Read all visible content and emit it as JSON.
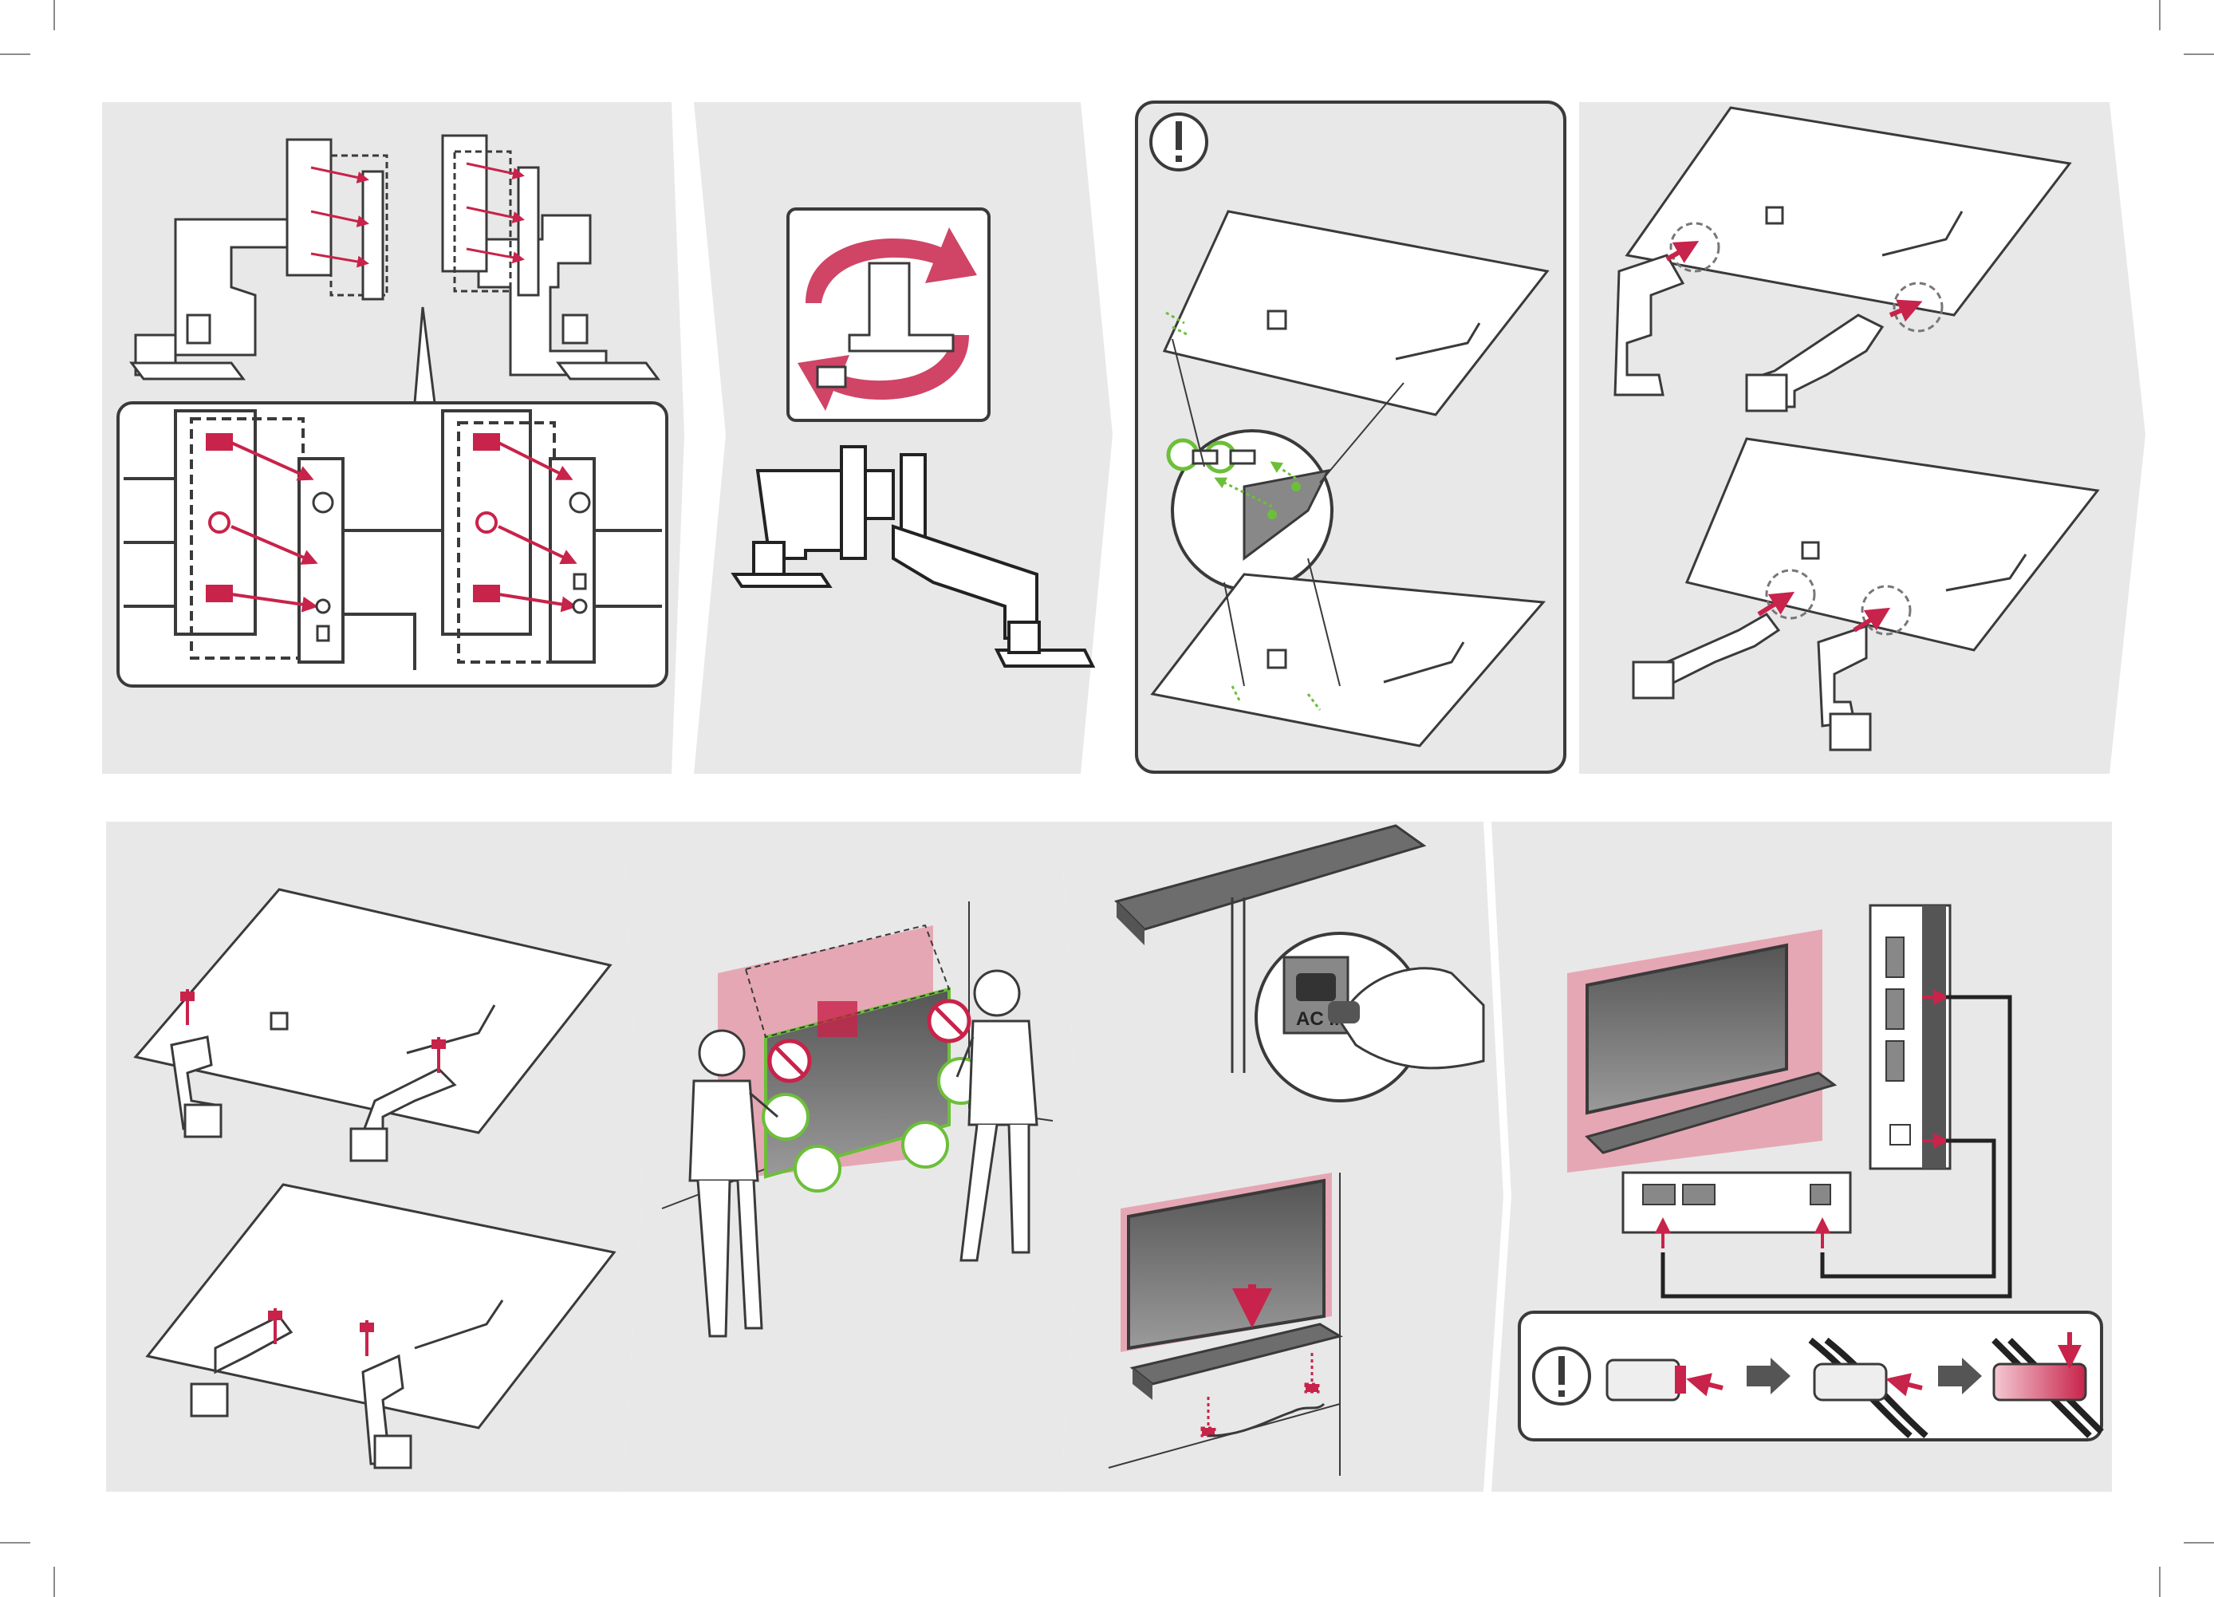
{
  "sheet": {
    "panel_bg": "#e8e8e8",
    "accent": "#c8234a",
    "accent_wall": "#e6a7b4",
    "ok_green": "#6cbf3a",
    "line": "#3a3a3a"
  },
  "panels": [
    {
      "name": "step-attach-brackets",
      "icon": "bracket-screw-icon"
    },
    {
      "name": "step-flip-stand",
      "icon": "rotate-arrows-icon"
    },
    {
      "name": "step-caution-screws",
      "icon": "exclamation-icon"
    },
    {
      "name": "step-insert-stand-into-tv",
      "icon": "tv-back-icon"
    },
    {
      "name": "step-fasten-stand-screws",
      "icon": "screw-icon"
    },
    {
      "name": "step-lift-tv-two-people",
      "icon": "two-people-icon"
    },
    {
      "name": "step-connect-power-soundbar",
      "icon": "power-plug-icon"
    },
    {
      "name": "step-connect-hdmi-optical",
      "icon": "hdmi-cable-icon"
    }
  ],
  "power_port": {
    "label": "AC IN"
  }
}
